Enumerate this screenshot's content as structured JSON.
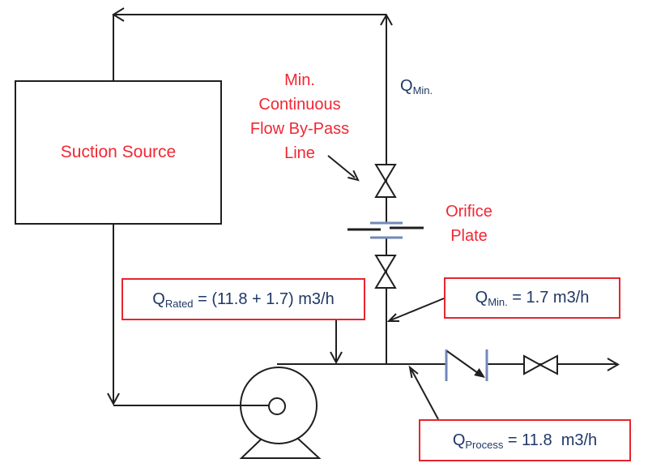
{
  "theme": {
    "background": "#ffffff",
    "red_text": "#f12733",
    "red_border": "#e5262d",
    "navy_text": "#1f3864",
    "line_color": "#1f1f1f",
    "steel_blue": "#7289b8"
  },
  "diagram": {
    "suction_source": {
      "label": "Suction Source"
    },
    "bypass_note": {
      "text": "Min.\nContinuous\nFlow By-Pass\nLine"
    },
    "orifice_note": {
      "text": "Orifice\nPlate"
    },
    "bypass_flow_label": {
      "symbol": "Q",
      "subscript": "Min."
    },
    "annotations": {
      "q_rated": {
        "symbol": "Q",
        "subscript": "Rated",
        "value": " = (11.8 + 1.7) m3/h"
      },
      "q_min": {
        "symbol": "Q",
        "subscript": "Min.",
        "value": " = 1.7 m3/h"
      },
      "q_process": {
        "symbol": "Q",
        "subscript": "Process",
        "value": " = 11.8  m3/h"
      }
    }
  }
}
